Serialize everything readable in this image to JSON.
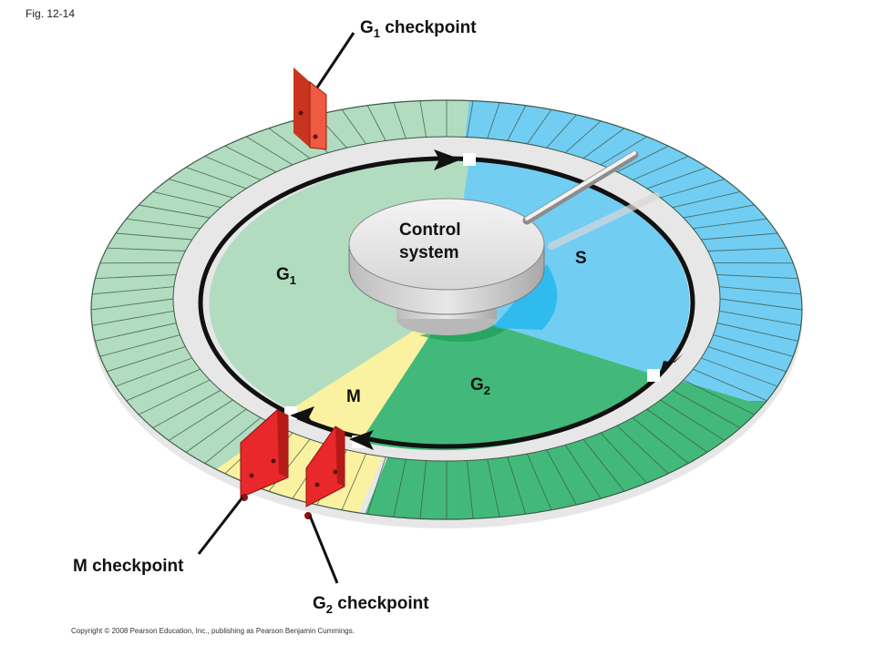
{
  "figure": {
    "number": "Fig. 12-14",
    "copyright": "Copyright © 2008 Pearson Education, Inc., publishing as Pearson Benjamin Cummings."
  },
  "labels": {
    "g1_checkpoint": {
      "main": "G",
      "sub": "1",
      "rest": " checkpoint"
    },
    "g2_checkpoint": {
      "main": "G",
      "sub": "2",
      "rest": " checkpoint"
    },
    "m_checkpoint": "M checkpoint",
    "control_line1": "Control",
    "control_line2": "system",
    "phase_g1": {
      "main": "G",
      "sub": "1"
    },
    "phase_g2": {
      "main": "G",
      "sub": "2"
    },
    "phase_s": "S",
    "phase_m": "M"
  },
  "colors": {
    "g1": "#b2dcc0",
    "s": "#72cdf3",
    "g2": "#42b97a",
    "m": "#faf2a0",
    "gate": "#e8282a",
    "gate_top": "#f05a40",
    "dial": "#e6e6e6",
    "arrow": "#111111"
  }
}
